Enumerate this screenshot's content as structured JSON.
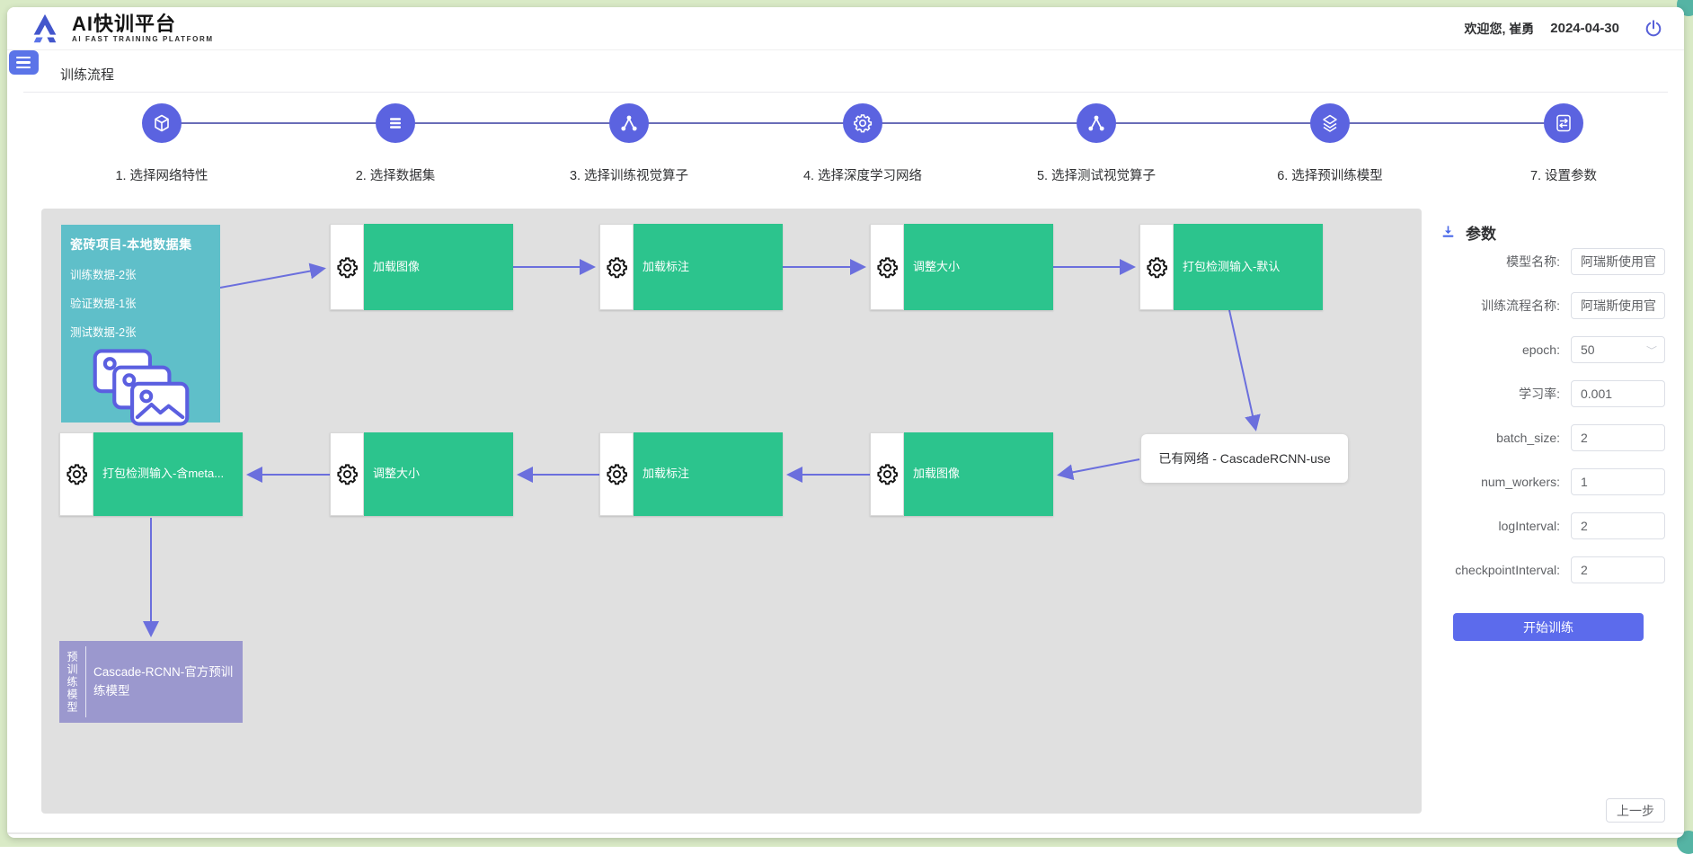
{
  "header": {
    "logo_title": "AI快训平台",
    "logo_subtitle": "AI FAST TRAINING PLATFORM",
    "welcome": "欢迎您, 崔勇",
    "date": "2024-04-30"
  },
  "page": {
    "title": "训练流程"
  },
  "steps": [
    {
      "label": "1. 选择网络特性",
      "icon": "cube-icon"
    },
    {
      "label": "2. 选择数据集",
      "icon": "list-icon"
    },
    {
      "label": "3. 选择训练视觉算子",
      "icon": "hierarchy-icon"
    },
    {
      "label": "4. 选择深度学习网络",
      "icon": "gear-flower-icon"
    },
    {
      "label": "5. 选择测试视觉算子",
      "icon": "hierarchy-icon"
    },
    {
      "label": "6. 选择预训练模型",
      "icon": "layers-icon"
    },
    {
      "label": "7. 设置参数",
      "icon": "sliders-icon"
    }
  ],
  "flow": {
    "dataset": {
      "title": "瓷砖项目-本地数据集",
      "lines": [
        "训练数据-2张",
        "验证数据-1张",
        "测试数据-2张"
      ],
      "icon": "photo-stack-icon"
    },
    "row1": [
      {
        "label": "加载图像"
      },
      {
        "label": "加载标注"
      },
      {
        "label": "调整大小"
      },
      {
        "label": "打包检测输入-默认"
      }
    ],
    "network_label": "已有网络 - CascadeRCNN-use",
    "row2": [
      {
        "label": "打包检测输入-含meta..."
      },
      {
        "label": "调整大小"
      },
      {
        "label": "加载标注"
      },
      {
        "label": "加载图像"
      }
    ],
    "pretrain": {
      "side_label": "预训练模型",
      "label": "Cascade-RCNN-官方预训练模型"
    }
  },
  "params": {
    "title": "参数",
    "fields": [
      {
        "label": "模型名称:",
        "value": "阿瑞斯使用官",
        "type": "text"
      },
      {
        "label": "训练流程名称:",
        "value": "阿瑞斯使用官",
        "type": "text"
      },
      {
        "label": "epoch:",
        "value": "50",
        "type": "select"
      },
      {
        "label": "学习率:",
        "value": "0.001",
        "type": "text"
      },
      {
        "label": "batch_size:",
        "value": "2",
        "type": "text"
      },
      {
        "label": "num_workers:",
        "value": "1",
        "type": "text"
      },
      {
        "label": "logInterval:",
        "value": "2",
        "type": "text"
      },
      {
        "label": "checkpointInterval:",
        "value": "2",
        "type": "text"
      }
    ],
    "start_label": "开始训练"
  },
  "footer": {
    "prev_label": "上一步"
  },
  "colors": {
    "accent": "#5b63e0",
    "arrow": "#6b6fdd",
    "button": "#5c6bec",
    "node_green": "#2cc48d",
    "dataset_teal": "#5fbfc9",
    "pretrain_purple": "#9b98ce",
    "canvas_bg": "#e0e0e0",
    "frame_green": "#d9eac6"
  }
}
